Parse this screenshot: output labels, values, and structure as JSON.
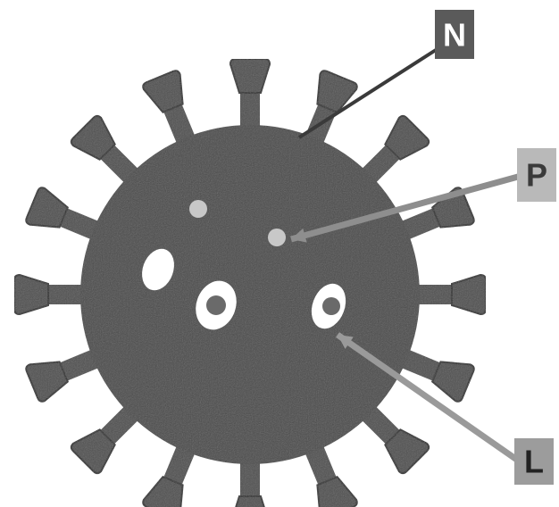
{
  "labels": {
    "n": "N",
    "p": "P",
    "l": "L"
  },
  "colors": {
    "body": "#4b4b4b",
    "spike": "#505050",
    "spike_stroke": "#2f2f2f",
    "label_n_box": "#5a5a5a",
    "label_n_text": "#ffffff",
    "label_p_box": "#b9b9b9",
    "label_p_text": "#3a3a3a",
    "label_l_box": "#9c9c9c",
    "label_l_text": "#222222",
    "leader_n": "#3a3a3a",
    "leader_p": "#8e8e8e",
    "leader_l": "#9a9a9a",
    "pore": "#ffffff",
    "pore_core": "#6a6a6a",
    "dot": "#c8c8c8"
  }
}
